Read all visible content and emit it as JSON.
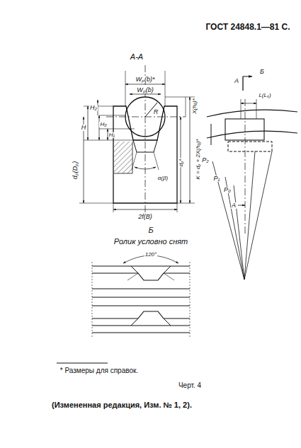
{
  "diagram": {
    "labels": [
      "ГОСТ 24848.1—81 С.",
      "А-А",
      "Wₚ(b)*",
      "Wₚ(b)",
      "H₂",
      "H",
      "H₀",
      "H₁",
      "R",
      "X(h₀)*",
      "K = dₚ + 2X(h₀)*",
      "dₚ*",
      "α(β)",
      "dₚ(Dₚ)",
      "2f(B)",
      "А",
      "Б",
      "L(Lₖ)",
      "P₂",
      "P₁",
      "P₀",
      "A",
      "Б",
      "Ролик условно снят",
      "120°",
      "* Размеры для справок.",
      "Черт. 4",
      "(Измененная редакция, Изм. № 1, 2)."
    ]
  }
}
